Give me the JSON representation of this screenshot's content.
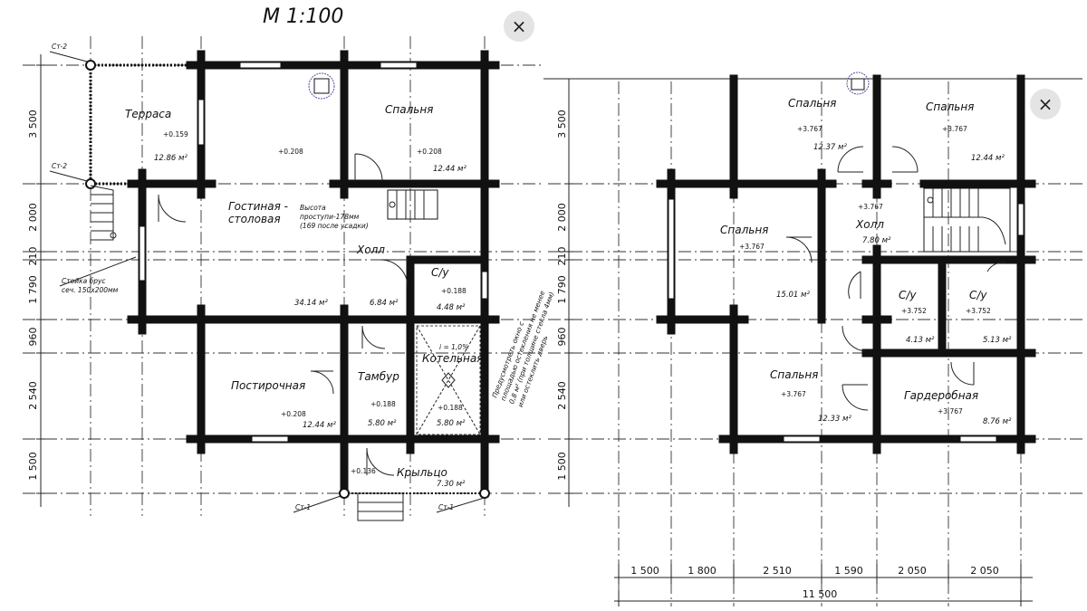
{
  "left_plan": {
    "scale_title": "М 1:100",
    "rooms": [
      {
        "id": "terrace",
        "name": "Терраса",
        "level": "+0.159",
        "area": "12.86 м²"
      },
      {
        "id": "living",
        "name": "Гостиная -",
        "name2": "столовая",
        "level": "+0.208",
        "area": "34.14 м²"
      },
      {
        "id": "bedroom",
        "name": "Спальня",
        "level": "+0.208",
        "area": "12.44 м²"
      },
      {
        "id": "hall",
        "name": "Холл",
        "area": "6.84 м²"
      },
      {
        "id": "wc",
        "name": "С/у",
        "level": "+0.188",
        "area": "4.48 м²"
      },
      {
        "id": "laundry",
        "name": "Постирочная",
        "level": "+0.208",
        "area": "12.44 м²"
      },
      {
        "id": "vestibule",
        "name": "Тамбур",
        "level": "+0.188",
        "area": "5.80 м²"
      },
      {
        "id": "boiler",
        "name": "Котельная",
        "level": "+0.188",
        "area": "5.80 м²",
        "slope": "i = 1,0%"
      },
      {
        "id": "porch",
        "name": "Крыльцо",
        "level": "+0.136",
        "area": "7.30 м²"
      }
    ],
    "labels": {
      "st1_left": "Ст-1",
      "st1_right": "Ст-1",
      "st2_top": "Ст-2",
      "st2_mid": "Ст-2",
      "stair_note_1": "Высота",
      "stair_note_2": "проступи-178мм",
      "stair_note_3": "(169 после усадки)",
      "post_note_1": "Стойка брус",
      "post_note_2": "сеч. 150х200мм",
      "window_note_1": "Предусмотреть окно с",
      "window_note_2": "площадью остекления не менее",
      "window_note_3": "0,8 м² (при толщине стекла 4мм)",
      "window_note_4": "или остеклить дверь"
    },
    "vertical_dims": [
      "3 500",
      "2 000",
      "210",
      "1 790",
      "960",
      "2 540",
      "1 500"
    ]
  },
  "right_plan": {
    "rooms": [
      {
        "id": "bed_top_l",
        "name": "Спальня",
        "level": "+3.767",
        "area": "12.37 м²"
      },
      {
        "id": "bed_top_r",
        "name": "Спальня",
        "level": "+3.767",
        "area": "12.44 м²"
      },
      {
        "id": "bed_mid_l",
        "name": "Спальня",
        "level": "+3.767",
        "area": "15.01 м²"
      },
      {
        "id": "hall2",
        "name": "Холл",
        "level": "+3.767",
        "area": "7.80 м²"
      },
      {
        "id": "wc_a",
        "name": "С/у",
        "level": "+3.752",
        "area": "4.13 м²"
      },
      {
        "id": "wc_b",
        "name": "С/у",
        "level": "+3.752",
        "area": "5.13 м²"
      },
      {
        "id": "bed_bot",
        "name": "Спальня",
        "level": "+3.767",
        "area": "12.33 м²"
      },
      {
        "id": "wardrobe",
        "name": "Гардеробная",
        "level": "+3.767",
        "area": "8.76 м²"
      }
    ],
    "vertical_dims": [
      "3 500",
      "2 000",
      "210",
      "1 790",
      "960",
      "2 540",
      "1 500"
    ],
    "horizontal_dims": [
      "1 500",
      "1 800",
      "2 510",
      "1 590",
      "2 050",
      "2 050"
    ],
    "total_dim": "11 500"
  },
  "ui": {
    "close_glyph": "×"
  }
}
